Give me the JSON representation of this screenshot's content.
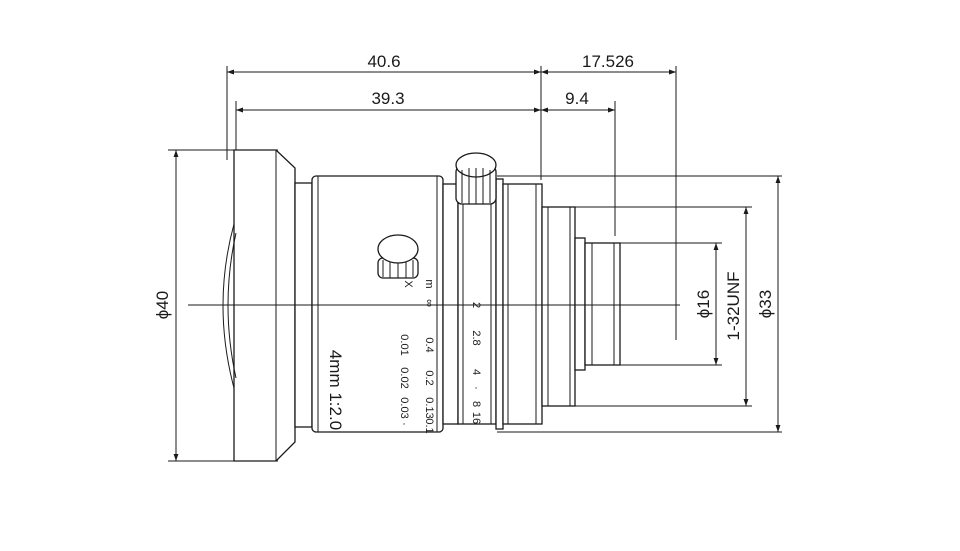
{
  "dimensions": {
    "overall_length": "40.6",
    "body_length": "39.3",
    "flange_back": "17.526",
    "mount_length": "9.4",
    "front_diameter": "ϕ40",
    "rear_diameter": "ϕ33",
    "thread": "1-32UNF",
    "rear_thread_diameter": "ϕ16"
  },
  "lens_markings": {
    "model": "4mm 1:2.0",
    "focus_unit_m": "m",
    "focus_unit_x": "X",
    "infinity": "∞",
    "focus_scale_m": [
      "0.4",
      "0.2",
      "0.13",
      "0.1"
    ],
    "focus_scale_x": [
      "0.01",
      "0.02",
      "0.03",
      "·"
    ],
    "aperture_scale": [
      "2",
      "2.8",
      "4",
      "·",
      "8",
      "16"
    ]
  }
}
